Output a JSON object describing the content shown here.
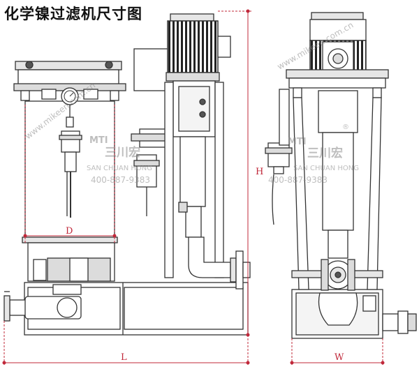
{
  "title": "化学镍过滤机尺寸图",
  "dimensions": {
    "D": "D",
    "H": "H",
    "L": "L",
    "W": "W"
  },
  "watermark": {
    "brand": "三川宏",
    "brand_en": "SAN CHUAN HONG",
    "phone": "400-887-9383",
    "site": "www.mikeen.com.cn",
    "logo": "MTI",
    "registered": "®"
  },
  "colors": {
    "line": "#333333",
    "dimension": "#c0283a",
    "watermark": "#8a8a8a"
  }
}
